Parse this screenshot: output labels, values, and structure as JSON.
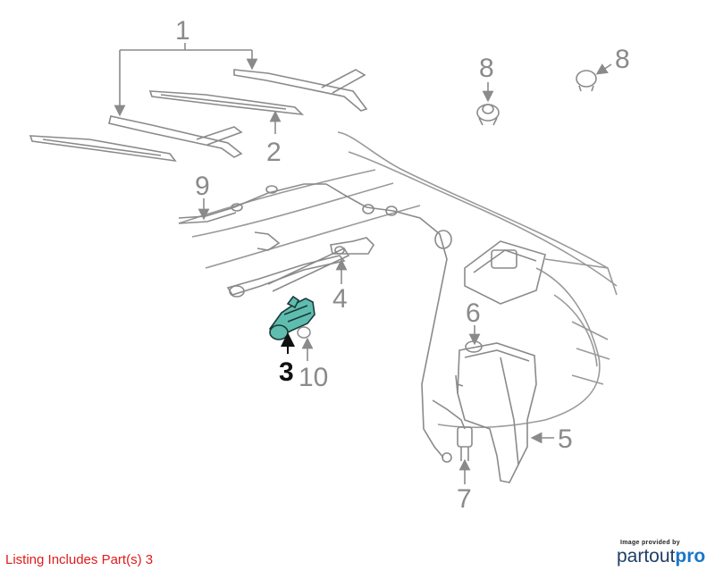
{
  "callouts": [
    "1",
    "2",
    "3",
    "4",
    "5",
    "6",
    "7",
    "8",
    "8",
    "9",
    "10"
  ],
  "highlight_color": "#5fbdb0",
  "footer": {
    "listing_note": "Listing Includes Part(s) 3",
    "credit_caption": "Image provided by",
    "logo_part1": "partout",
    "logo_part2": "pro"
  }
}
